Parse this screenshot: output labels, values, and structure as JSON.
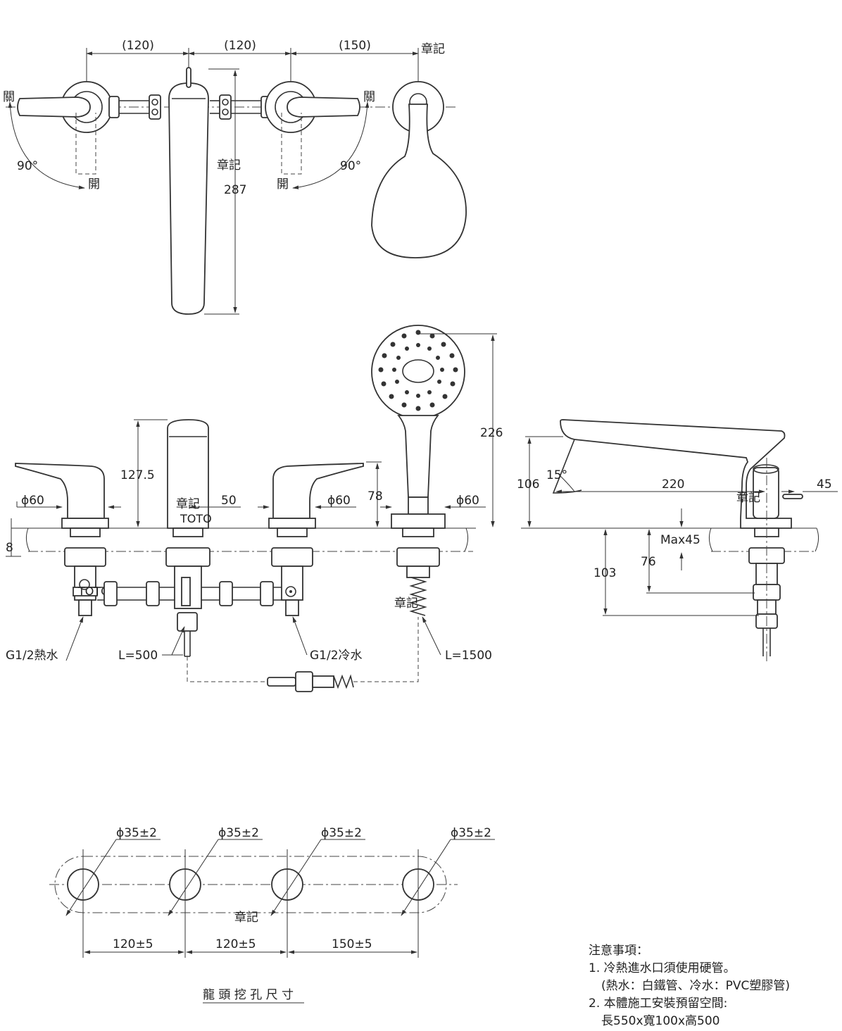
{
  "top_view": {
    "dim_1": "(120)",
    "dim_2": "(120)",
    "dim_3": "(150)",
    "mark": "章記",
    "closed_left": "關",
    "closed_right": "關",
    "angle_left": "90°",
    "angle_right": "90°",
    "open_left": "開",
    "open_right": "開",
    "spout_mark": "章記",
    "spout_length": "287"
  },
  "front_view": {
    "dia_left": "ϕ60",
    "spout_height": "127.5",
    "mark_center": "章記",
    "dim_50": "50",
    "dia_right": "ϕ60",
    "handle_height": "78",
    "dia_shower": "ϕ60",
    "shower_height": "226",
    "deck_thickness": "8",
    "hose_mark": "章記",
    "hot_inlet": "G1/2熱水",
    "supply_length": "L=500",
    "cold_inlet": "G1/2冷水",
    "hose_length": "L=1500",
    "brand": "TOTO"
  },
  "side_view": {
    "height": "106",
    "angle": "15°",
    "reach": "220",
    "offset": "45",
    "mark": "章記",
    "max_deck": "Max45",
    "under_76": "76",
    "under_103": "103"
  },
  "hole_layout": {
    "hole_1": "ϕ35±2",
    "hole_2": "ϕ35±2",
    "hole_3": "ϕ35±2",
    "hole_4": "ϕ35±2",
    "mark": "章記",
    "spacing_1": "120±5",
    "spacing_2": "120±5",
    "spacing_3": "150±5",
    "caption": "龍 頭 挖 孔 尺 寸"
  },
  "notes": {
    "title": "注意事項：",
    "line_1": "1. 冷熱進水口須使用硬管。",
    "line_2": "(熱水：白鐵管、冷水：PVC塑膠管)",
    "line_3": "2. 本體施工安裝預留空間:",
    "line_4": "長550x寬100x高500"
  }
}
